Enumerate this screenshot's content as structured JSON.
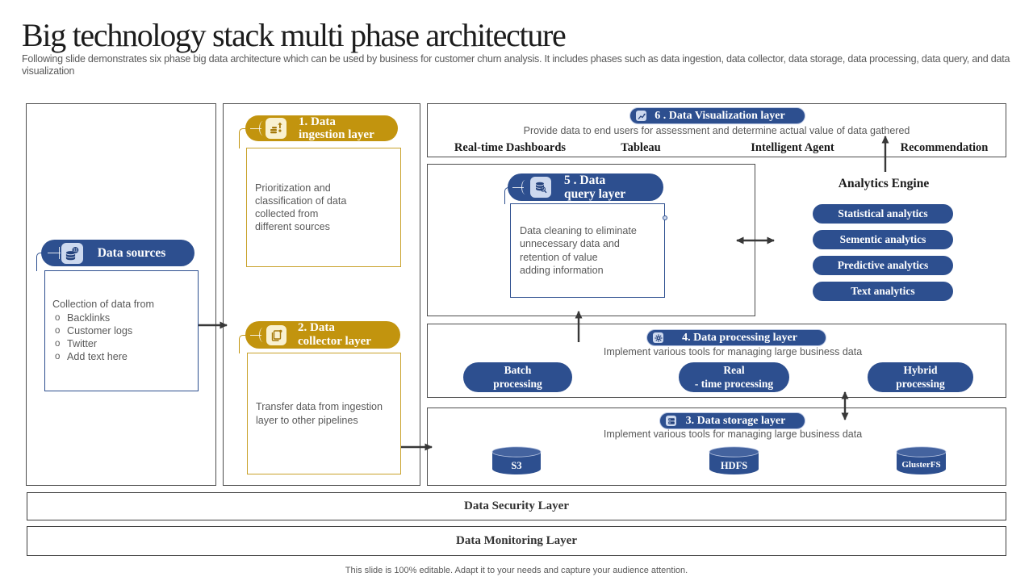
{
  "slide": {
    "title": "Big technology stack multi phase architecture",
    "subtitle": "Following slide demonstrates six phase big data architecture which can be used by business for customer churn analysis. It includes phases such as data ingestion, data collector, data storage, data processing, data query, and data visualization",
    "footer": "This slide is 100% editable. Adapt it to your  needs and capture your audience attention."
  },
  "colors": {
    "blue": "#2d4f8f",
    "gold": "#c2940e",
    "light_blue": "#cdd9ef",
    "cream": "#f9f1d0",
    "gray_text": "#595959",
    "arrow": "#383838"
  },
  "data_sources": {
    "label": "Data sources",
    "icon": "coins-icon",
    "intro": "Collection of data from",
    "items": [
      "Backlinks",
      "Customer logs",
      "Twitter",
      "Add text here"
    ]
  },
  "ingestion": {
    "label_line1": "1. Data",
    "label_line2": "ingestion layer",
    "icon": "ingest-icon",
    "desc": "Prioritization and\nclassification of data\ncollected from\ndifferent  sources"
  },
  "collector": {
    "label_line1": "2. Data",
    "label_line2": "collector  layer",
    "icon": "collect-icon",
    "desc": "Transfer  data from  ingestion\nlayer to other  pipelines"
  },
  "visualization": {
    "label": "6 . Data Visualization layer",
    "icon": "chart-icon",
    "desc": "Provide data to end users for assessment and determine actual value of data gathered",
    "tools": [
      "Real-time Dashboards",
      "Tableau",
      "Intelligent Agent",
      "Recommendation"
    ]
  },
  "query": {
    "label_line1": "5 . Data",
    "label_line2": "query layer",
    "icon": "db-search-icon",
    "desc": "Data cleaning to eliminate\nunnecessary data and\nretention of value\nadding information"
  },
  "analytics": {
    "title": "Analytics Engine",
    "items": [
      "Statistical analytics",
      "Sementic analytics",
      "Predictive analytics",
      "Text analytics"
    ]
  },
  "processing": {
    "label": "4. Data processing layer",
    "icon": "gear-icon",
    "desc": "Implement various tools for managing large business data",
    "nodes": [
      {
        "line1": "Batch",
        "line2": "processing"
      },
      {
        "line1": "Real",
        "line2": "- time processing"
      },
      {
        "line1": "Hybrid",
        "line2": "processing"
      }
    ]
  },
  "storage": {
    "label": "3. Data storage layer",
    "icon": "db-icon",
    "desc": "Implement various tools for managing large business data",
    "databases": [
      "S3",
      "HDFS",
      "GlusterFS"
    ]
  },
  "security_layer": "Data Security Layer",
  "monitoring_layer": "Data Monitoring Layer"
}
